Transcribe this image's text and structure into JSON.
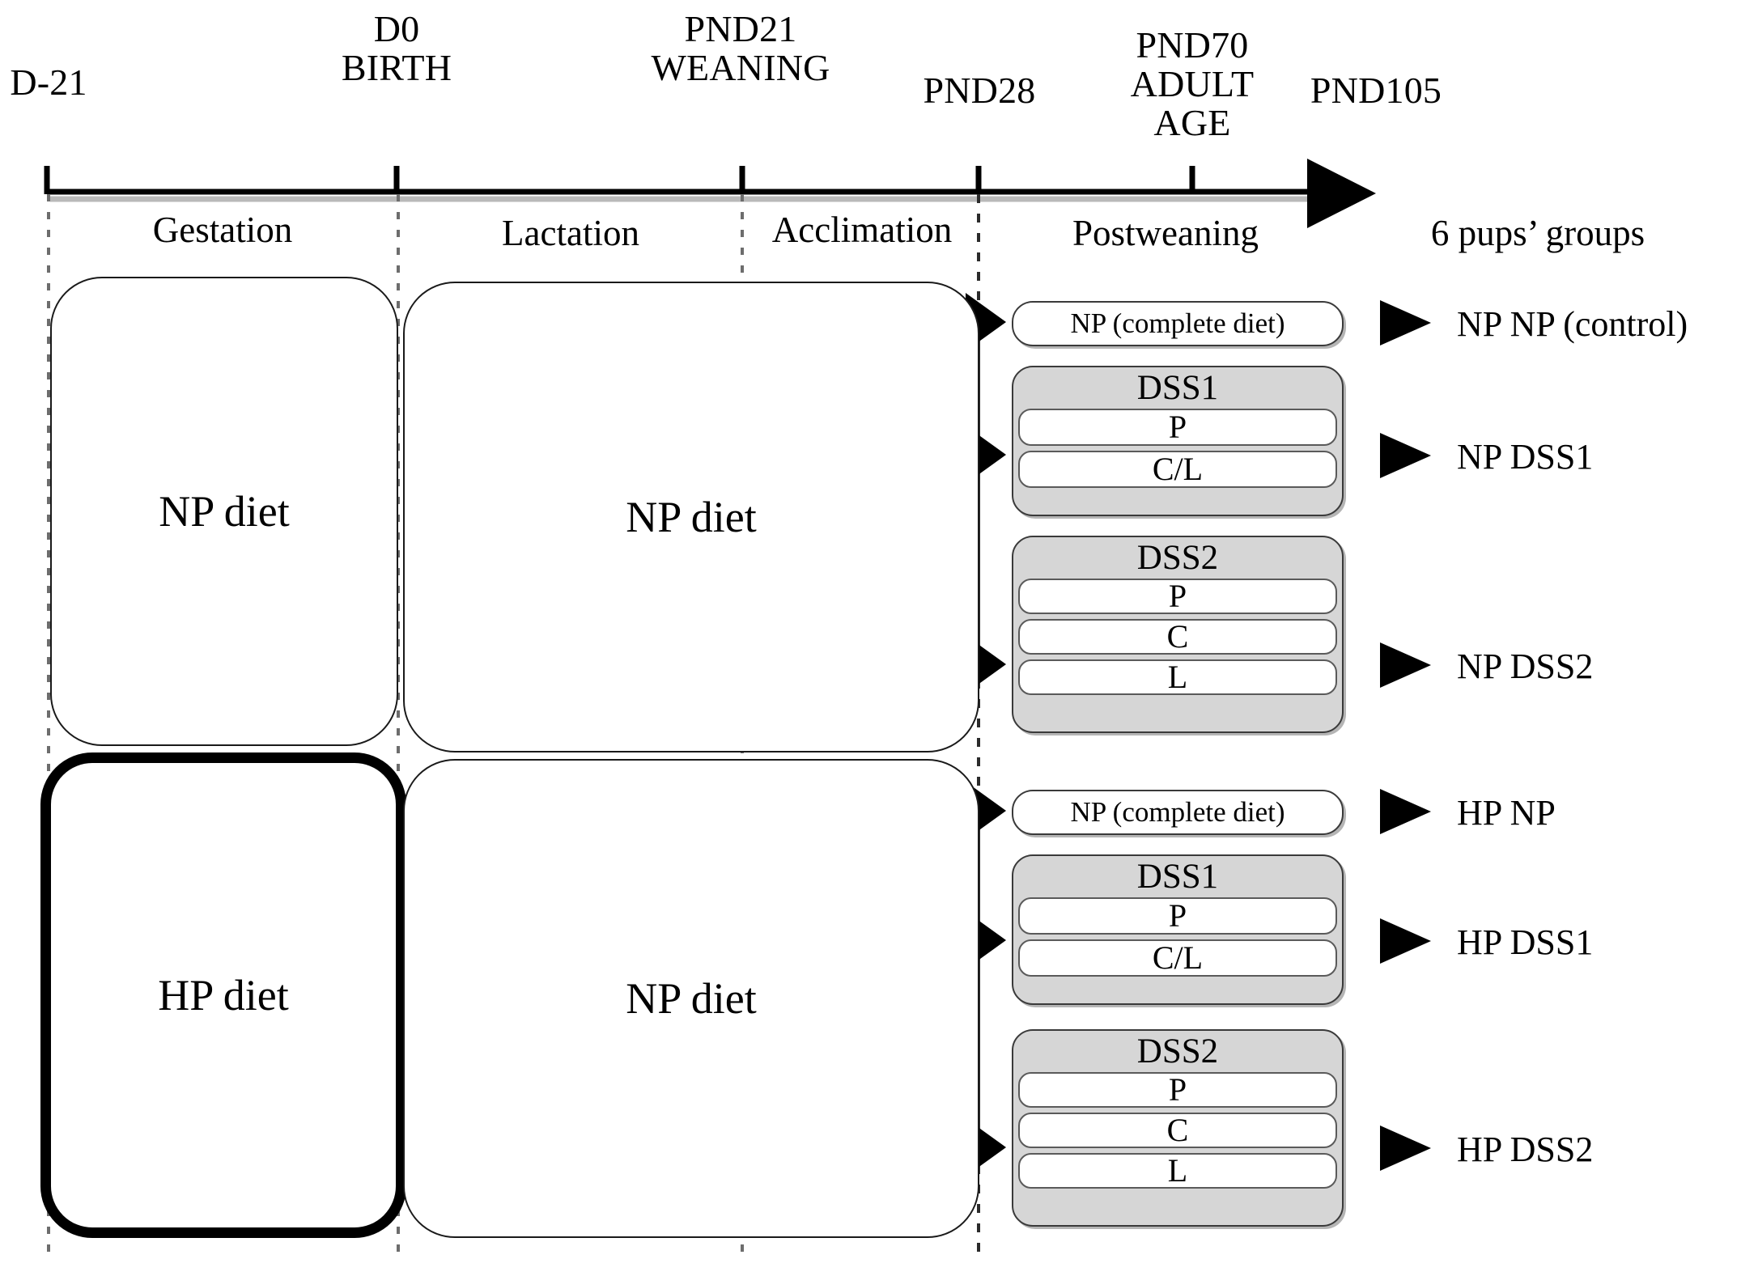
{
  "figure": {
    "kind": "experimental-timeline-diagram",
    "colors": {
      "ink": "#000000",
      "group_fill": "#d6d6d6",
      "sub_fill": "#ffffff",
      "axis": "#000000",
      "dashed_guide": "#555555"
    }
  },
  "timeline": {
    "milestones": [
      {
        "id": "d-21",
        "text": "D-21"
      },
      {
        "id": "d0",
        "text": "D0\nBIRTH"
      },
      {
        "id": "pnd21",
        "text": "PND21\nWEANING"
      },
      {
        "id": "pnd28",
        "text": "PND28"
      },
      {
        "id": "pnd70",
        "text": "PND70\nADULT\nAGE"
      },
      {
        "id": "pnd105",
        "text": "PND105"
      }
    ],
    "phases": [
      {
        "id": "gestation",
        "label": "Gestation"
      },
      {
        "id": "lactation",
        "label": "Lactation"
      },
      {
        "id": "acclimation",
        "label": "Acclimation"
      },
      {
        "id": "postweaning",
        "label": "Postweaning"
      },
      {
        "id": "groups",
        "label": "6 pups’ groups"
      }
    ]
  },
  "diet_boxes": [
    {
      "id": "np-gestation",
      "label": "NP diet",
      "emphasis": "normal"
    },
    {
      "id": "np-lactation",
      "label": "NP diet",
      "emphasis": "normal"
    },
    {
      "id": "hp-gestation",
      "label": "HP diet",
      "emphasis": "bold"
    },
    {
      "id": "np-lactation-2",
      "label": "NP diet",
      "emphasis": "normal"
    }
  ],
  "treatment_groups": [
    {
      "id": "np-np",
      "type": "plain",
      "title": "NP (complete diet)",
      "subrows": [],
      "outcome": "NP NP (control)"
    },
    {
      "id": "np-dss1",
      "type": "stacked",
      "title": "DSS1",
      "subrows": [
        "P",
        "C/L"
      ],
      "outcome": "NP DSS1"
    },
    {
      "id": "np-dss2",
      "type": "stacked",
      "title": "DSS2",
      "subrows": [
        "P",
        "C",
        "L"
      ],
      "outcome": "NP DSS2"
    },
    {
      "id": "hp-np",
      "type": "plain",
      "title": "NP (complete diet)",
      "subrows": [],
      "outcome": "HP NP"
    },
    {
      "id": "hp-dss1",
      "type": "stacked",
      "title": "DSS1",
      "subrows": [
        "P",
        "C/L"
      ],
      "outcome": "HP DSS1"
    },
    {
      "id": "hp-dss2",
      "type": "stacked",
      "title": "DSS2",
      "subrows": [
        "P",
        "C",
        "L"
      ],
      "outcome": "HP DSS2"
    }
  ]
}
